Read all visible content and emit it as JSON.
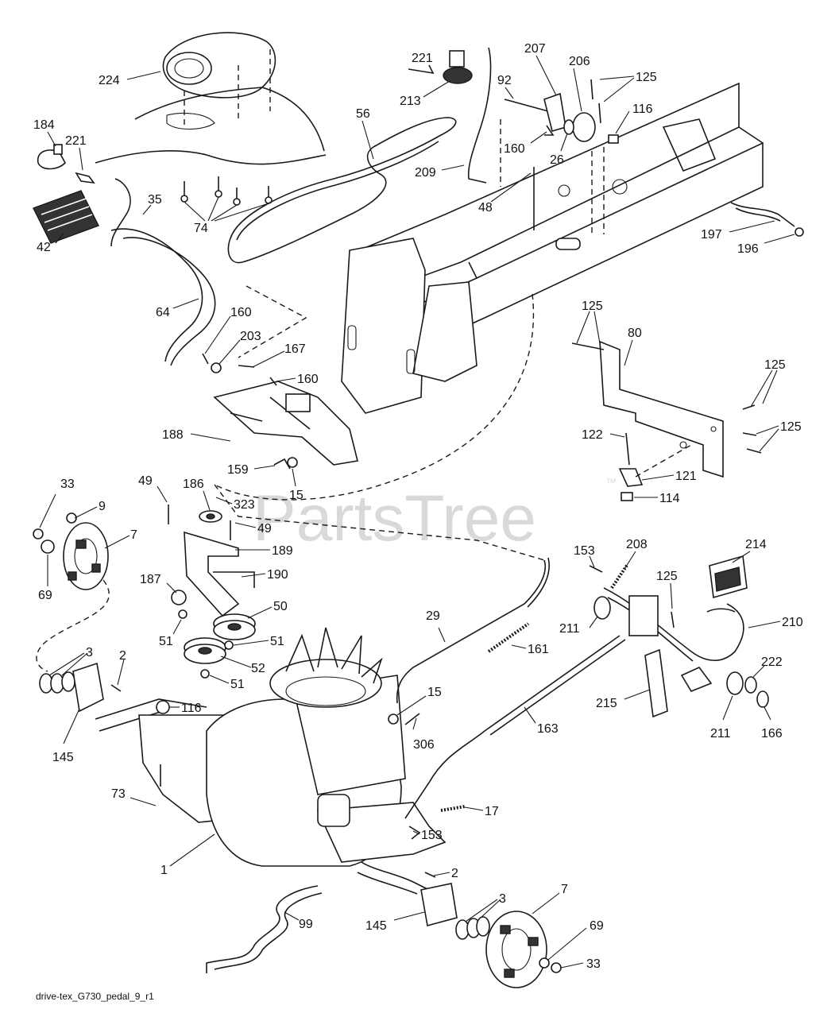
{
  "watermark": "PartsTree",
  "trademark": "™",
  "drawing_id": "drive-tex_G730_pedal_9_r1",
  "callouts": [
    {
      "id": "c224",
      "text": "224"
    },
    {
      "id": "c221a",
      "text": "221"
    },
    {
      "id": "c213",
      "text": "213"
    },
    {
      "id": "c207",
      "text": "207"
    },
    {
      "id": "c92",
      "text": "92"
    },
    {
      "id": "c206",
      "text": "206"
    },
    {
      "id": "c125a",
      "text": "125"
    },
    {
      "id": "c116a",
      "text": "116"
    },
    {
      "id": "c184",
      "text": "184"
    },
    {
      "id": "c221b",
      "text": "221"
    },
    {
      "id": "c56",
      "text": "56"
    },
    {
      "id": "c160a",
      "text": "160"
    },
    {
      "id": "c26",
      "text": "26"
    },
    {
      "id": "c209",
      "text": "209"
    },
    {
      "id": "c48",
      "text": "48"
    },
    {
      "id": "c35",
      "text": "35"
    },
    {
      "id": "c74",
      "text": "74"
    },
    {
      "id": "c42",
      "text": "42"
    },
    {
      "id": "c197",
      "text": "197"
    },
    {
      "id": "c196",
      "text": "196"
    },
    {
      "id": "c64",
      "text": "64"
    },
    {
      "id": "c160b",
      "text": "160"
    },
    {
      "id": "c203",
      "text": "203"
    },
    {
      "id": "c167",
      "text": "167"
    },
    {
      "id": "c160c",
      "text": "160"
    },
    {
      "id": "c125b",
      "text": "125"
    },
    {
      "id": "c80",
      "text": "80"
    },
    {
      "id": "c125c",
      "text": "125"
    },
    {
      "id": "c125d",
      "text": "125"
    },
    {
      "id": "c188",
      "text": "188"
    },
    {
      "id": "c159",
      "text": "159"
    },
    {
      "id": "c15a",
      "text": "15"
    },
    {
      "id": "c122",
      "text": "122"
    },
    {
      "id": "c121",
      "text": "121"
    },
    {
      "id": "c114",
      "text": "114"
    },
    {
      "id": "c33a",
      "text": "33"
    },
    {
      "id": "c49a",
      "text": "49"
    },
    {
      "id": "c186",
      "text": "186"
    },
    {
      "id": "c323",
      "text": "323"
    },
    {
      "id": "c9",
      "text": "9"
    },
    {
      "id": "c7a",
      "text": "7"
    },
    {
      "id": "c49b",
      "text": "49"
    },
    {
      "id": "c69a",
      "text": "69"
    },
    {
      "id": "c189",
      "text": "189"
    },
    {
      "id": "c187",
      "text": "187"
    },
    {
      "id": "c190",
      "text": "190"
    },
    {
      "id": "c153a",
      "text": "153"
    },
    {
      "id": "c208",
      "text": "208"
    },
    {
      "id": "c214",
      "text": "214"
    },
    {
      "id": "c125e",
      "text": "125"
    },
    {
      "id": "c50",
      "text": "50"
    },
    {
      "id": "c51a",
      "text": "51"
    },
    {
      "id": "c51b",
      "text": "51"
    },
    {
      "id": "c29",
      "text": "29"
    },
    {
      "id": "c211a",
      "text": "211"
    },
    {
      "id": "c210",
      "text": "210"
    },
    {
      "id": "c3a",
      "text": "3"
    },
    {
      "id": "c2a",
      "text": "2"
    },
    {
      "id": "c52",
      "text": "52"
    },
    {
      "id": "c51c",
      "text": "51"
    },
    {
      "id": "c161",
      "text": "161"
    },
    {
      "id": "c222",
      "text": "222"
    },
    {
      "id": "c15b",
      "text": "15"
    },
    {
      "id": "c116b",
      "text": "116"
    },
    {
      "id": "c215",
      "text": "215"
    },
    {
      "id": "c163",
      "text": "163"
    },
    {
      "id": "c211b",
      "text": "211"
    },
    {
      "id": "c166",
      "text": "166"
    },
    {
      "id": "c306",
      "text": "306"
    },
    {
      "id": "c145a",
      "text": "145"
    },
    {
      "id": "c73",
      "text": "73"
    },
    {
      "id": "c17",
      "text": "17"
    },
    {
      "id": "c153b",
      "text": "153"
    },
    {
      "id": "c1",
      "text": "1"
    },
    {
      "id": "c2b",
      "text": "2"
    },
    {
      "id": "c99",
      "text": "99"
    },
    {
      "id": "c3b",
      "text": "3"
    },
    {
      "id": "c7b",
      "text": "7"
    },
    {
      "id": "c145b",
      "text": "145"
    },
    {
      "id": "c69b",
      "text": "69"
    },
    {
      "id": "c33b",
      "text": "33"
    }
  ]
}
